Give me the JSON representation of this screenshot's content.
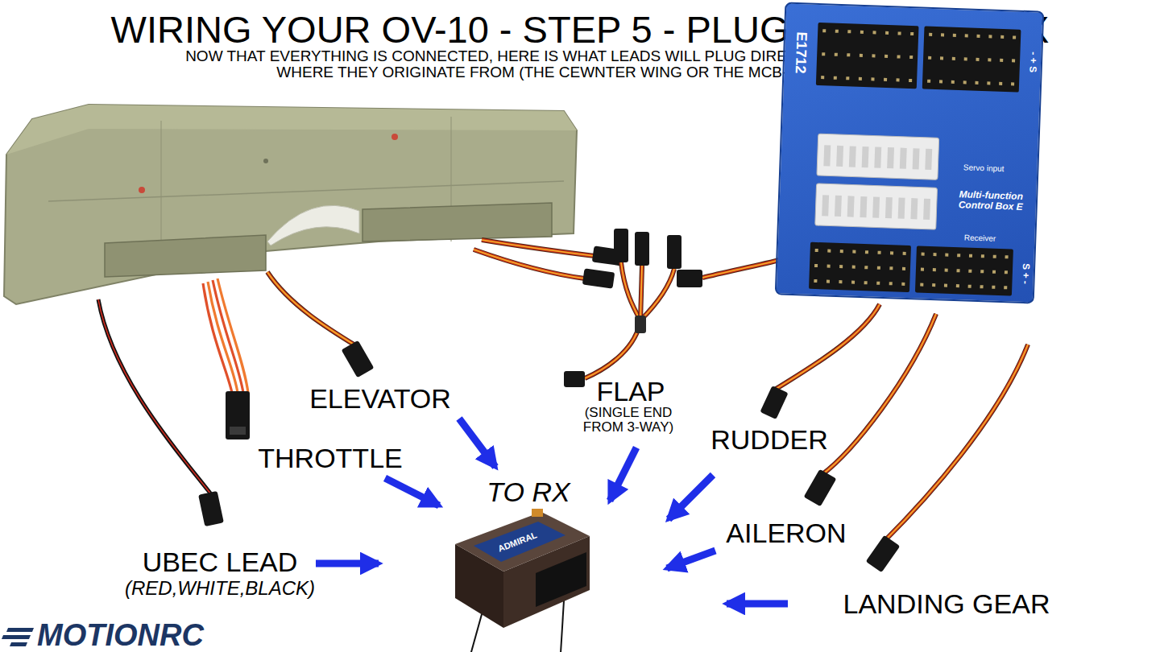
{
  "diagram": {
    "title": "WIRING YOUR OV-10 - STEP 5 - PLUGGING INTO RX",
    "nodes": [
      {
        "text": [
          "E1712",
          "- + S",
          "Servo input",
          "Multi-function Control Box E",
          "Receiver",
          "S + -"
        ]
      },
      {
        "text": [
          "ADMIRAL"
        ]
      }
    ],
    "labels": [
      "NOW THAT EVERYTHING IS CONNECTED, HERE IS WHAT LEADS WILL PLUG DIRECTLY INTO YOUR RX AND WHERE THEY ORIGINATE FROM (THE CEWNTER WING OR THE MCB-E BLUE BOX)",
      "TO RX",
      "ELEVATOR",
      "THROTTLE",
      "FLAP",
      "(SINGLE END FROM 3-WAY)",
      "RUDDER",
      "AILERON",
      "LANDING GEAR",
      "UBEC LEAD",
      "(RED,WHITE,BLACK)",
      "MOTIONRC"
    ]
  }
}
